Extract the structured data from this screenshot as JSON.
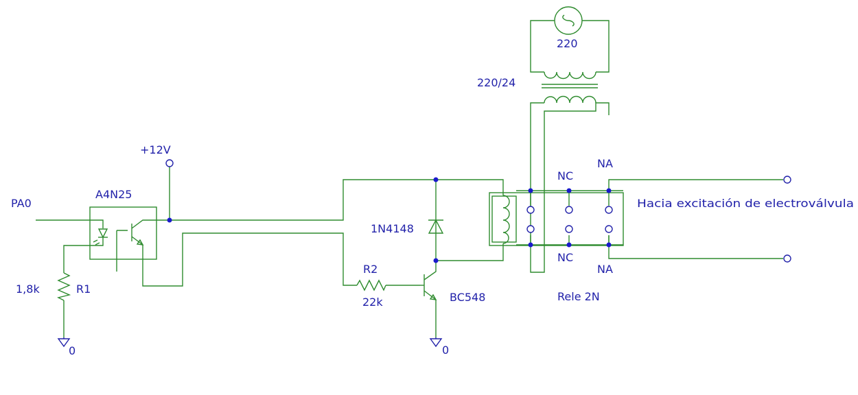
{
  "colors": {
    "wire": "#2e8b2e",
    "text": "#2222aa",
    "junction": "#1a1acc"
  },
  "labels": {
    "pa0": "PA0",
    "optocoupler": "A4N25",
    "vcc": "+12V",
    "r1_value": "1,8k",
    "r1_name": "R1",
    "gnd_left": "0",
    "diode": "1N4148",
    "r2_name": "R2",
    "r2_value": "22k",
    "transistor": "BC548",
    "gnd_mid": "0",
    "ac_source": "220",
    "transformer": "220/24",
    "nc_top": "NC",
    "na_top": "NA",
    "nc_bottom": "NC",
    "na_bottom": "NA",
    "output": "Hacia excitación de electroválvula",
    "relay": "Rele 2N"
  }
}
